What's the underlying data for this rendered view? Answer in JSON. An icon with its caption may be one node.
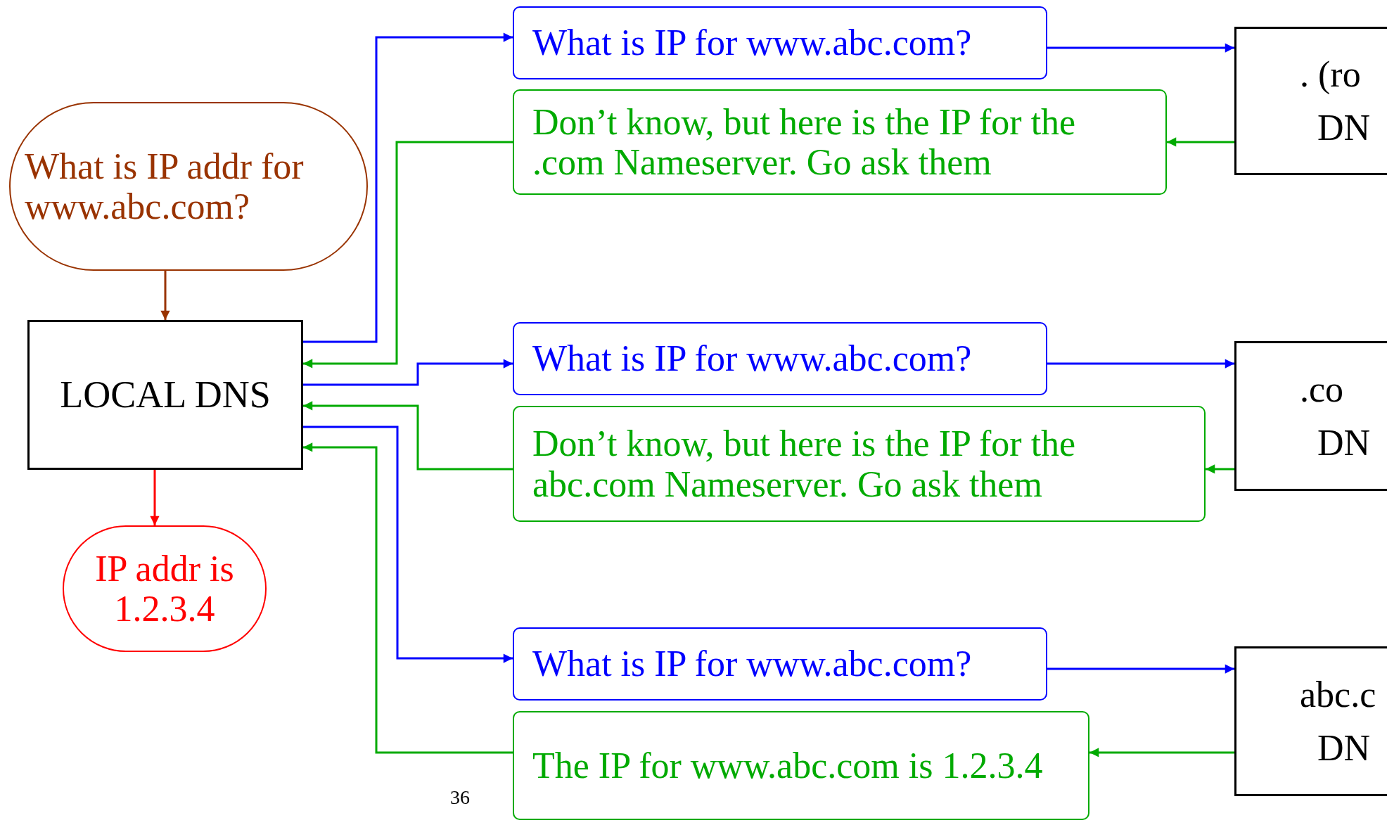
{
  "diagram": {
    "nodes": [
      {
        "text": [
          "What is IP addr for www.abc.com?"
        ]
      },
      {
        "text": [
          "LOCAL DNS"
        ]
      },
      {
        "text": [
          "IP addr is 1.2.3.4"
        ]
      },
      {
        "text": [
          "What is IP for www.abc.com?"
        ]
      },
      {
        "text": [
          "Don’t know, but here is the IP for the .com Nameserver. Go ask them"
        ]
      },
      {
        "text": [
          "What is IP for www.abc.com?"
        ]
      },
      {
        "text": [
          "Don’t know, but here is the IP for the abc.com Nameserver. Go ask them"
        ]
      },
      {
        "text": [
          "What is IP for www.abc.com?"
        ]
      },
      {
        "text": [
          "The IP for www.abc.com is 1.2.3.4"
        ]
      },
      {
        "text": [
          ". (ro",
          "DN"
        ]
      },
      {
        "text": [
          ".co",
          "DN"
        ]
      },
      {
        "text": [
          "abc.c",
          "DN"
        ]
      }
    ],
    "edges": [
      {
        "from": 0,
        "to": 1,
        "arrow": "to",
        "color": "#993300"
      },
      {
        "from": 1,
        "to": 2,
        "arrow": "to",
        "color": "#ff0000"
      },
      {
        "from": 1,
        "to": 3,
        "arrow": "to",
        "color": "#0000ff"
      },
      {
        "from": 3,
        "to": 9,
        "arrow": "to",
        "color": "#0000ff"
      },
      {
        "from": 9,
        "to": 4,
        "arrow": "to",
        "color": "#00aa00"
      },
      {
        "from": 4,
        "to": 1,
        "arrow": "to",
        "color": "#00aa00"
      },
      {
        "from": 1,
        "to": 5,
        "arrow": "to",
        "color": "#0000ff"
      },
      {
        "from": 5,
        "to": 10,
        "arrow": "to",
        "color": "#0000ff"
      },
      {
        "from": 10,
        "to": 6,
        "arrow": "to",
        "color": "#00aa00"
      },
      {
        "from": 6,
        "to": 1,
        "arrow": "to",
        "color": "#00aa00"
      },
      {
        "from": 1,
        "to": 7,
        "arrow": "to",
        "color": "#0000ff"
      },
      {
        "from": 7,
        "to": 11,
        "arrow": "to",
        "color": "#0000ff"
      },
      {
        "from": 11,
        "to": 8,
        "arrow": "to",
        "color": "#00aa00"
      },
      {
        "from": 8,
        "to": 1,
        "arrow": "to",
        "color": "#00aa00"
      }
    ],
    "labels": [
      "36"
    ]
  }
}
